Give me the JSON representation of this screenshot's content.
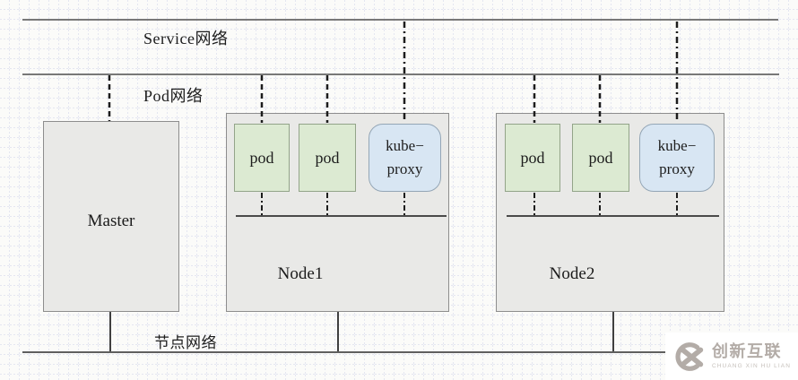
{
  "palette": {
    "page_bg": "#fbfbf9",
    "bus_line": "#787878",
    "box_fill": "#e9e9e7",
    "box_border": "#8d8d8d",
    "pod_fill": "#dcead2",
    "pod_border": "#93a489",
    "proxy_fill": "#d8e6f3",
    "proxy_border": "#94a6b6",
    "watermark": "#b3aca7"
  },
  "networks": {
    "service": {
      "label": "Service网络"
    },
    "pod": {
      "label": "Pod网络"
    },
    "node": {
      "label": "节点网络"
    }
  },
  "machines": {
    "master": {
      "label": "Master"
    },
    "node1": {
      "label": "Node1",
      "pods": [
        "pod",
        "pod"
      ],
      "kube_proxy": {
        "line1": "kube−",
        "line2": "proxy"
      }
    },
    "node2": {
      "label": "Node2",
      "pods": [
        "pod",
        "pod"
      ],
      "kube_proxy": {
        "line1": "kube−",
        "line2": "proxy"
      }
    }
  },
  "watermark": {
    "title": "创新互联",
    "subtitle": "CHUANG XIN HU LIAN"
  }
}
